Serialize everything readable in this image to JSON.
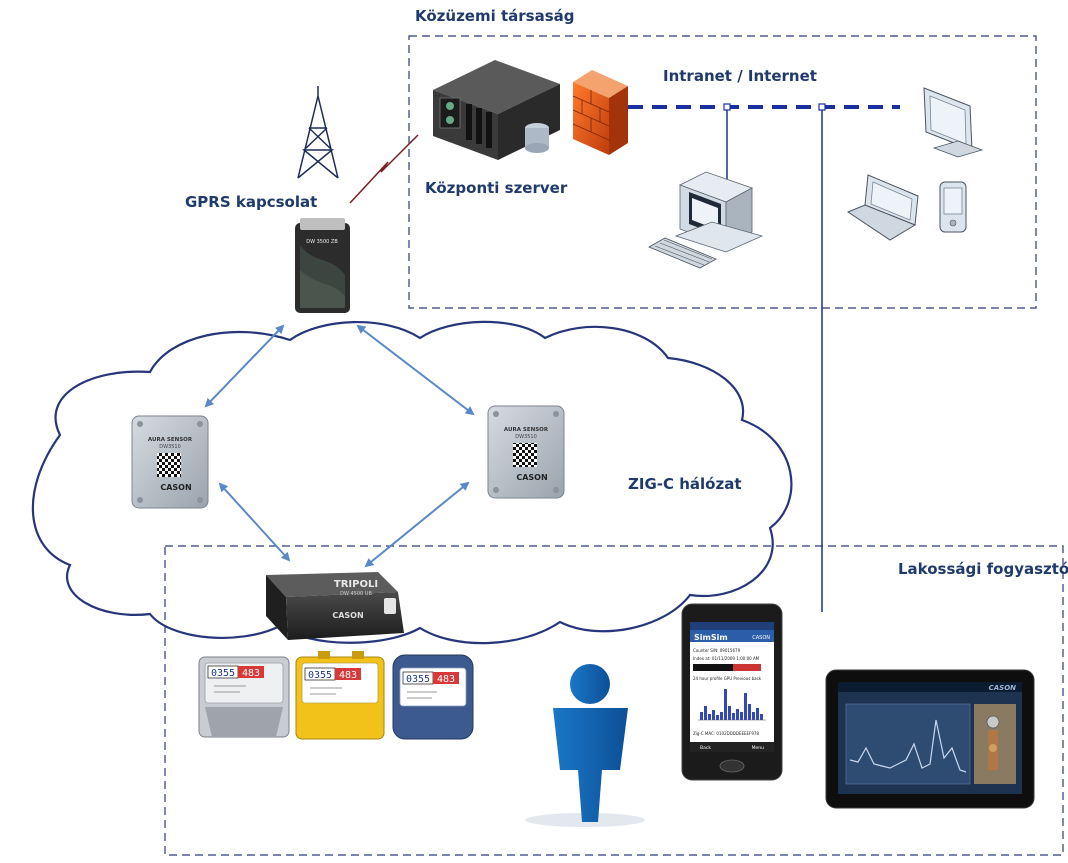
{
  "labels": {
    "utility_company": "Közüzemi társaság",
    "intranet_internet": "Intranet / Internet",
    "central_server": "Központi szerver",
    "gprs_connection": "GPRS kapcsolat",
    "zigc_network": "ZIG-C hálózat",
    "residential_consumer": "Lakossági fogyasztó"
  },
  "devices": {
    "gateway_model": "DW 3500 ZB",
    "sensor_brand": "AURA SENSOR",
    "sensor_model": "DW3510",
    "sensor_maker": "CASON",
    "tripoli_name": "TRIPOLI",
    "tripoli_model": "DW 4500 UB",
    "tripoli_maker": "CASON"
  },
  "meters": {
    "reading_black": "0355",
    "reading_red": "483"
  },
  "phone": {
    "app_title": "SimSim",
    "brand": "CASON",
    "line_counter": "Counter S/N: 09015679",
    "line_index": "Index at: 01/11/2009 1:00:00 AM",
    "line_profile": "24 hour profile  GPU  Previous back",
    "line_mac": "Zig-C MAC: 0102DDDDEEEEF978",
    "softkey_left": "Back",
    "softkey_right": "Menu"
  },
  "tablet": {
    "brand": "CASON"
  },
  "colors": {
    "label_text": "#1f3a6b",
    "dashed_box": "#2b3a7a",
    "network_line": "#1a2fa0",
    "arrow": "#5b88c8",
    "person": "#1565b0"
  }
}
